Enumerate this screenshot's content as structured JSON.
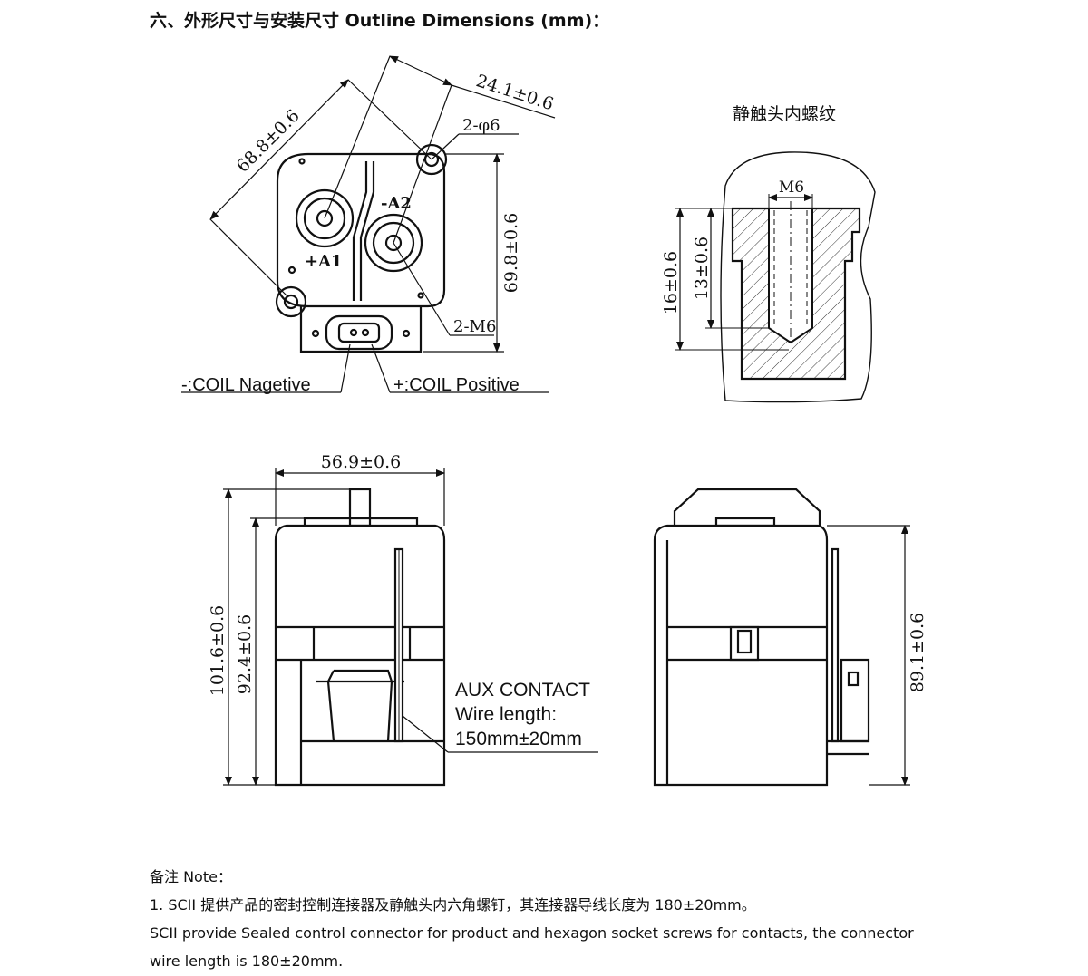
{
  "heading": "六、外形尺寸与安装尺寸 Outline Dimensions (mm)：",
  "top_view": {
    "dim_diagonal": "68.8±0.6",
    "dim_offset": "24.1±0.6",
    "dim_height": "69.8±0.6",
    "holes_label": "2-φ6",
    "thread_label": "2-M6",
    "terminal_a1": "+A1",
    "terminal_a2": "-A2",
    "coil_negative": "-:COIL Nagetive",
    "coil_positive": "+:COIL Positive"
  },
  "thread_view": {
    "title": "静触头内螺纹",
    "thread_size": "M6",
    "depth_outer": "16±0.6",
    "depth_inner": "13±0.6"
  },
  "front_view": {
    "dim_width": "56.9±0.6",
    "dim_total_height": "101.6±0.6",
    "dim_body_height": "92.4±0.6",
    "aux_title": "AUX CONTACT",
    "aux_wire": "Wire length:",
    "aux_length": "150mm±20mm"
  },
  "side_view": {
    "dim_height": "89.1±0.6"
  },
  "notes": {
    "title": "备注 Note：",
    "line1": "1. SCII 提供产品的密封控制连接器及静触头内六角螺钉，其连接器导线长度为 180±20mm。",
    "line2": "SCII provide Sealed control connector for product and hexagon socket screws for contacts, the connector",
    "line3": "wire length is 180±20mm."
  }
}
